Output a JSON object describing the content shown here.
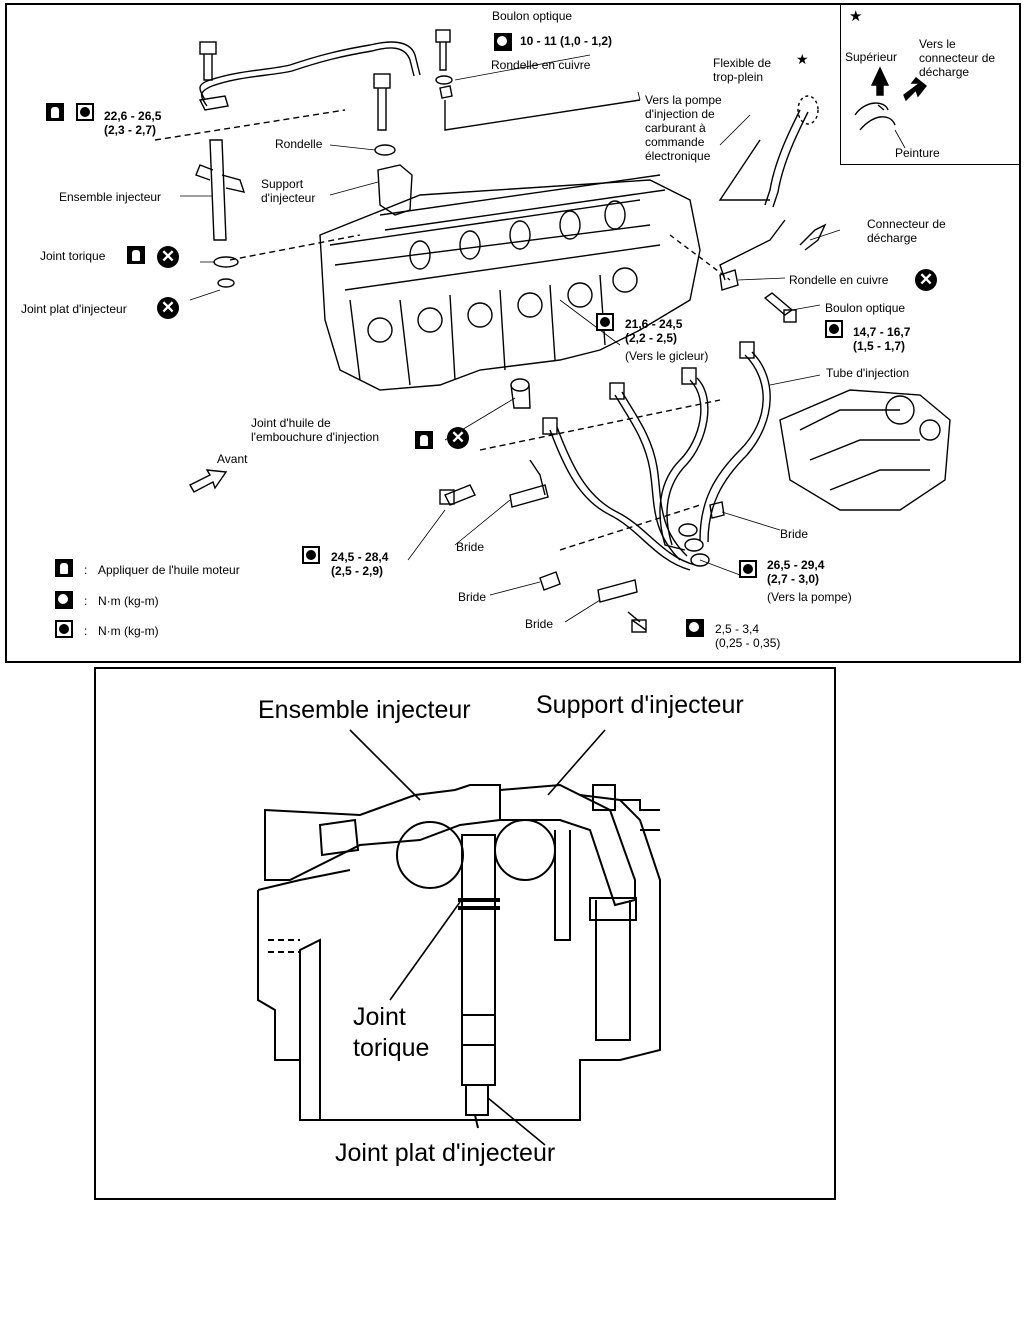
{
  "top": {
    "boulon_optique_top": "Boulon optique",
    "torque_boulon_top": "10 - 11 (1,0 - 1,2)",
    "rondelle_cuivre_top": "Rondelle en cuivre",
    "torque_left": "22,6 - 26,5\n(2,3 - 2,7)",
    "flexible": "Flexible de\ntrop-plein",
    "vers_pompe": "Vers la pompe\nd'injection de\ncarburant à\ncommande\nélectronique",
    "rondelle": "Rondelle",
    "support": "Support\nd'injecteur",
    "ensemble": "Ensemble injecteur",
    "joint_torique": "Joint torique",
    "joint_plat": "Joint plat d'injecteur",
    "connecteur_decharge": "Connecteur de\ndécharge",
    "rondelle_cuivre_right": "Rondelle en cuivre",
    "boulon_optique_right": "Boulon optique",
    "torque_right": "14,7 - 16,7\n(1,5 - 1,7)",
    "torque_gicleur": "21,6 - 24,5\n(2,2 - 2,5)",
    "vers_gicleur": "(Vers le gicleur)",
    "tube": "Tube d'injection",
    "joint_huile": "Joint d'huile de\nl'embouchure d'injection",
    "avant": "Avant",
    "bride1": "Bride",
    "bride2": "Bride",
    "bride3": "Bride",
    "bride4": "Bride",
    "torque_bottom_left": "24,5 - 28,4\n(2,5 - 2,9)",
    "torque_pompe": "26,5 - 29,4\n(2,7 - 3,0)",
    "vers_pompe2": "(Vers la pompe)",
    "torque_small": "2,5 - 3,4\n(0,25 - 0,35)",
    "legend_oil": "Appliquer de l'huile moteur",
    "legend_nm1": "N·m (kg-m)",
    "legend_nm2": "N·m (kg-m)",
    "colon": ":",
    "note_star": "★",
    "note_superieur": "Supérieur",
    "note_vers": "Vers le\nconnecteur de\ndécharge",
    "note_peinture": "Peinture",
    "star": "★"
  },
  "bottom": {
    "ensemble": "Ensemble injecteur",
    "support": "Support d'injecteur",
    "joint_torique": "Joint\ntorique",
    "joint_plat": "Joint plat d'injecteur"
  }
}
